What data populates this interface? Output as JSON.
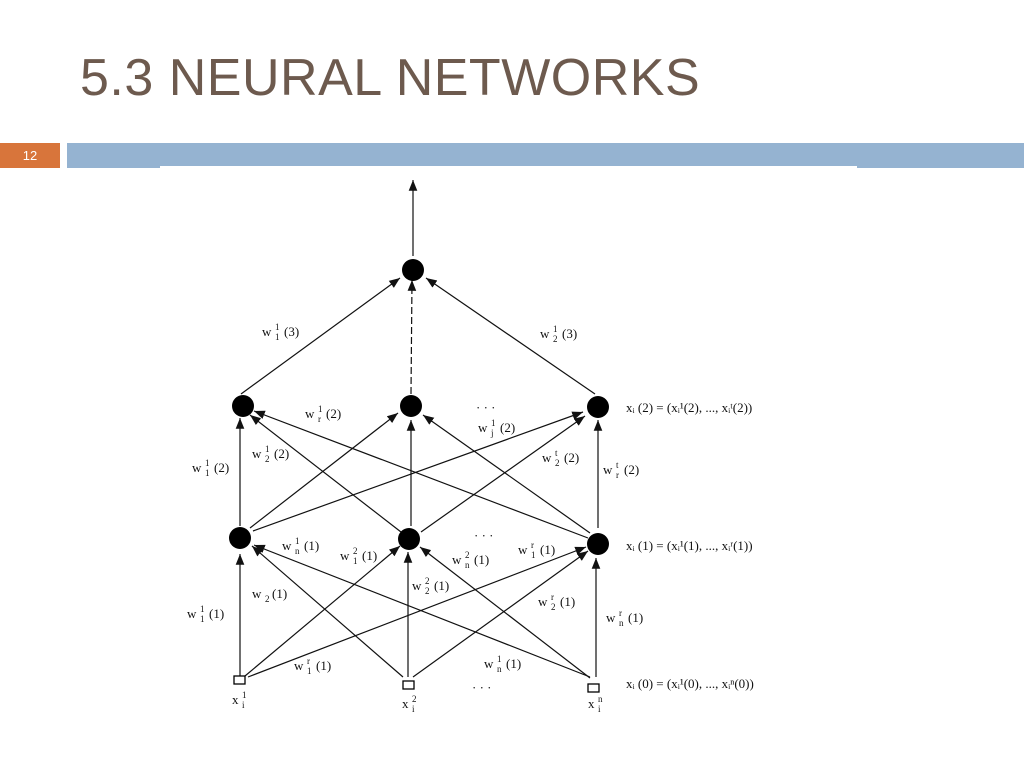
{
  "slide": {
    "title": "5.3 NEURAL NETWORKS",
    "page_number": "12",
    "colors": {
      "title": "#6d5a4e",
      "badge": "#d8753b",
      "header_bar": "#95b3d1"
    }
  },
  "diagram": {
    "ellipsis": "· · ·",
    "weights": {
      "w1_3": {
        "base": "w",
        "sup": "1",
        "sub": "1",
        "arg": "(3)"
      },
      "w2_3": {
        "base": "w",
        "sup": "1",
        "sub": "2",
        "arg": "(3)"
      },
      "wr1_2": {
        "base": "w",
        "sup": "1",
        "sub": "r",
        "arg": "(2)"
      },
      "w21_2": {
        "base": "w",
        "sup": "1",
        "sub": "2",
        "arg": "(2)"
      },
      "w11_2": {
        "base": "w",
        "sup": "1",
        "sub": "1",
        "arg": "(2)"
      },
      "wj_2": {
        "base": "w",
        "sup": "1",
        "sub": "j",
        "arg": "(2)"
      },
      "w2t_2": {
        "base": "w",
        "sup": "t",
        "sub": "2",
        "arg": "(2)"
      },
      "wrt_2": {
        "base": "w",
        "sup": "t",
        "sub": "r",
        "arg": "(2)"
      },
      "wn1_1": {
        "base": "w",
        "sup": "1",
        "sub": "n",
        "arg": "(1)"
      },
      "w12_1": {
        "base": "w",
        "sup": "2",
        "sub": "1",
        "arg": "(1)"
      },
      "wn2_1": {
        "base": "w",
        "sup": "2",
        "sub": "n",
        "arg": "(1)"
      },
      "w1r_1": {
        "base": "w",
        "sup": "r",
        "sub": "1",
        "arg": "(1)"
      },
      "w2a_1": {
        "base": "w",
        "sup": "",
        "sub": "2",
        "arg": "(1)"
      },
      "w22_1": {
        "base": "w",
        "sup": "2",
        "sub": "2",
        "arg": "(1)"
      },
      "w2r_1": {
        "base": "w",
        "sup": "r",
        "sub": "2",
        "arg": "(1)"
      },
      "w11_1": {
        "base": "w",
        "sup": "1",
        "sub": "1",
        "arg": "(1)"
      },
      "wnr_1": {
        "base": "w",
        "sup": "r",
        "sub": "n",
        "arg": "(1)"
      },
      "w1r_1b": {
        "base": "w",
        "sup": "r",
        "sub": "1",
        "arg": "(1)"
      },
      "wn1_1b": {
        "base": "w",
        "sup": "1",
        "sub": "n",
        "arg": "(1)"
      }
    },
    "inputs": {
      "x1": {
        "base": "x",
        "sup": "1",
        "sub": "i"
      },
      "x2": {
        "base": "x",
        "sup": "2",
        "sub": "i"
      },
      "xn": {
        "base": "x",
        "sup": "n",
        "sub": "i"
      }
    },
    "equations": {
      "layer2": "xᵢ (2) = (xᵢ¹(2), ..., xᵢᵗ(2))",
      "layer1": "xᵢ (1) = (xᵢ¹(1), ..., xᵢʳ(1))",
      "layer0": "xᵢ (0) = (xᵢ¹(0), ..., xᵢⁿ(0))"
    }
  }
}
